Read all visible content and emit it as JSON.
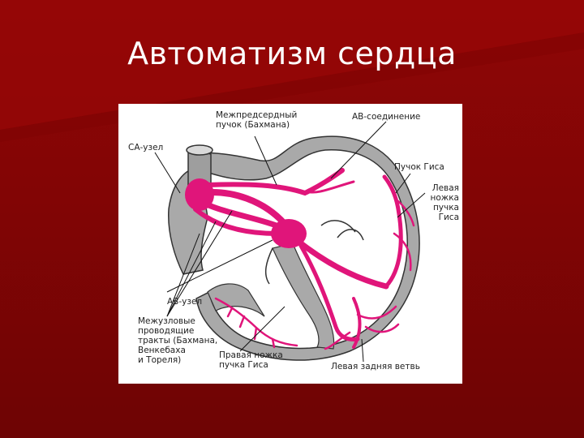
{
  "slide": {
    "title": "Автоматизм сердца"
  },
  "colors": {
    "background": "#8f0606",
    "conduction": "#e0157a",
    "wall": "#a9a9a9",
    "panel": "#ffffff"
  },
  "diagram": {
    "labels": {
      "sa_node": "СА-узел",
      "bachmann_bundle": "Межпредсердный\nпучок (Бахмана)",
      "av_junction": "АВ-соединение",
      "his_bundle": "Пучок Гиса",
      "left_bundle_branch": "Левая\nножка\nпучка\nГиса",
      "av_node": "АВ-узел",
      "internodal_tracts": "Межузловые\nпроводящие\nтракты (Бахмана,\nВенкебаха\nи Тореля)",
      "right_bundle_branch": "Правая ножка\nпучка Гиса",
      "left_posterior_fascicle": "Левая задняя ветвь"
    }
  }
}
